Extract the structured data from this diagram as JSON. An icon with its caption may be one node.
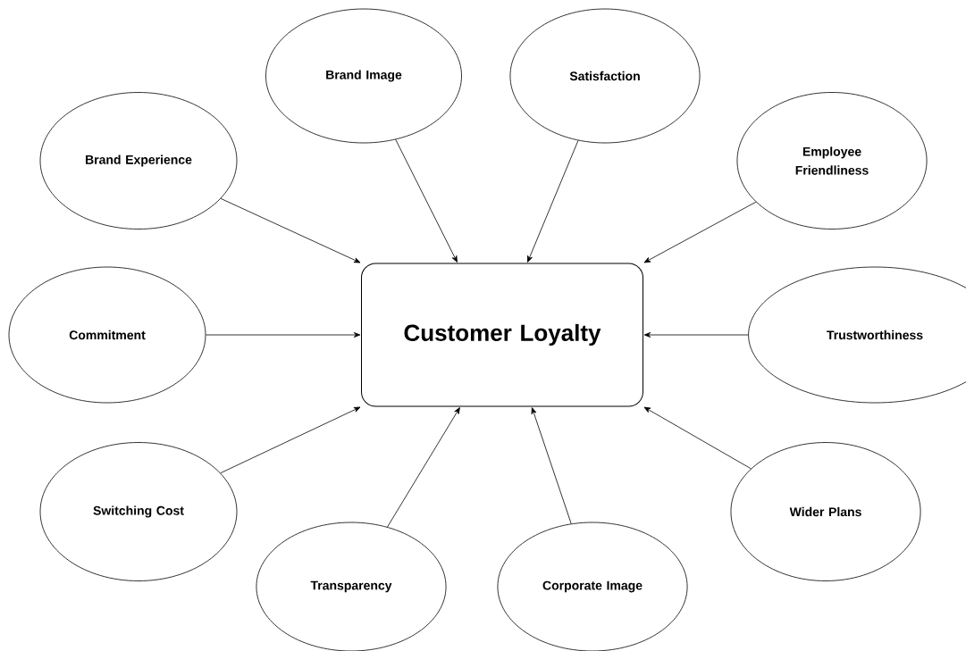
{
  "diagram": {
    "nodes": [
      {
        "text": [
          "Customer Loyalty"
        ]
      },
      {
        "text": [
          "Brand Experience"
        ]
      },
      {
        "text": [
          "Brand Image"
        ]
      },
      {
        "text": [
          "Satisfaction"
        ]
      },
      {
        "text": [
          "Employee Friendliness"
        ]
      },
      {
        "text": [
          "Commitment"
        ]
      },
      {
        "text": [
          "Trustworthiness"
        ]
      },
      {
        "text": [
          "Switching Cost"
        ]
      },
      {
        "text": [
          "Transparency"
        ]
      },
      {
        "text": [
          "Corporate Image"
        ]
      },
      {
        "text": [
          "Wider Plans"
        ]
      }
    ],
    "edges": [
      {
        "from": 1,
        "to": 0,
        "arrow": "to"
      },
      {
        "from": 2,
        "to": 0,
        "arrow": "to"
      },
      {
        "from": 3,
        "to": 0,
        "arrow": "to"
      },
      {
        "from": 4,
        "to": 0,
        "arrow": "to"
      },
      {
        "from": 5,
        "to": 0,
        "arrow": "to"
      },
      {
        "from": 6,
        "to": 0,
        "arrow": "to"
      },
      {
        "from": 7,
        "to": 0,
        "arrow": "to"
      },
      {
        "from": 8,
        "to": 0,
        "arrow": "to"
      },
      {
        "from": 9,
        "to": 0,
        "arrow": "to"
      },
      {
        "from": 10,
        "to": 0,
        "arrow": "to"
      }
    ]
  }
}
